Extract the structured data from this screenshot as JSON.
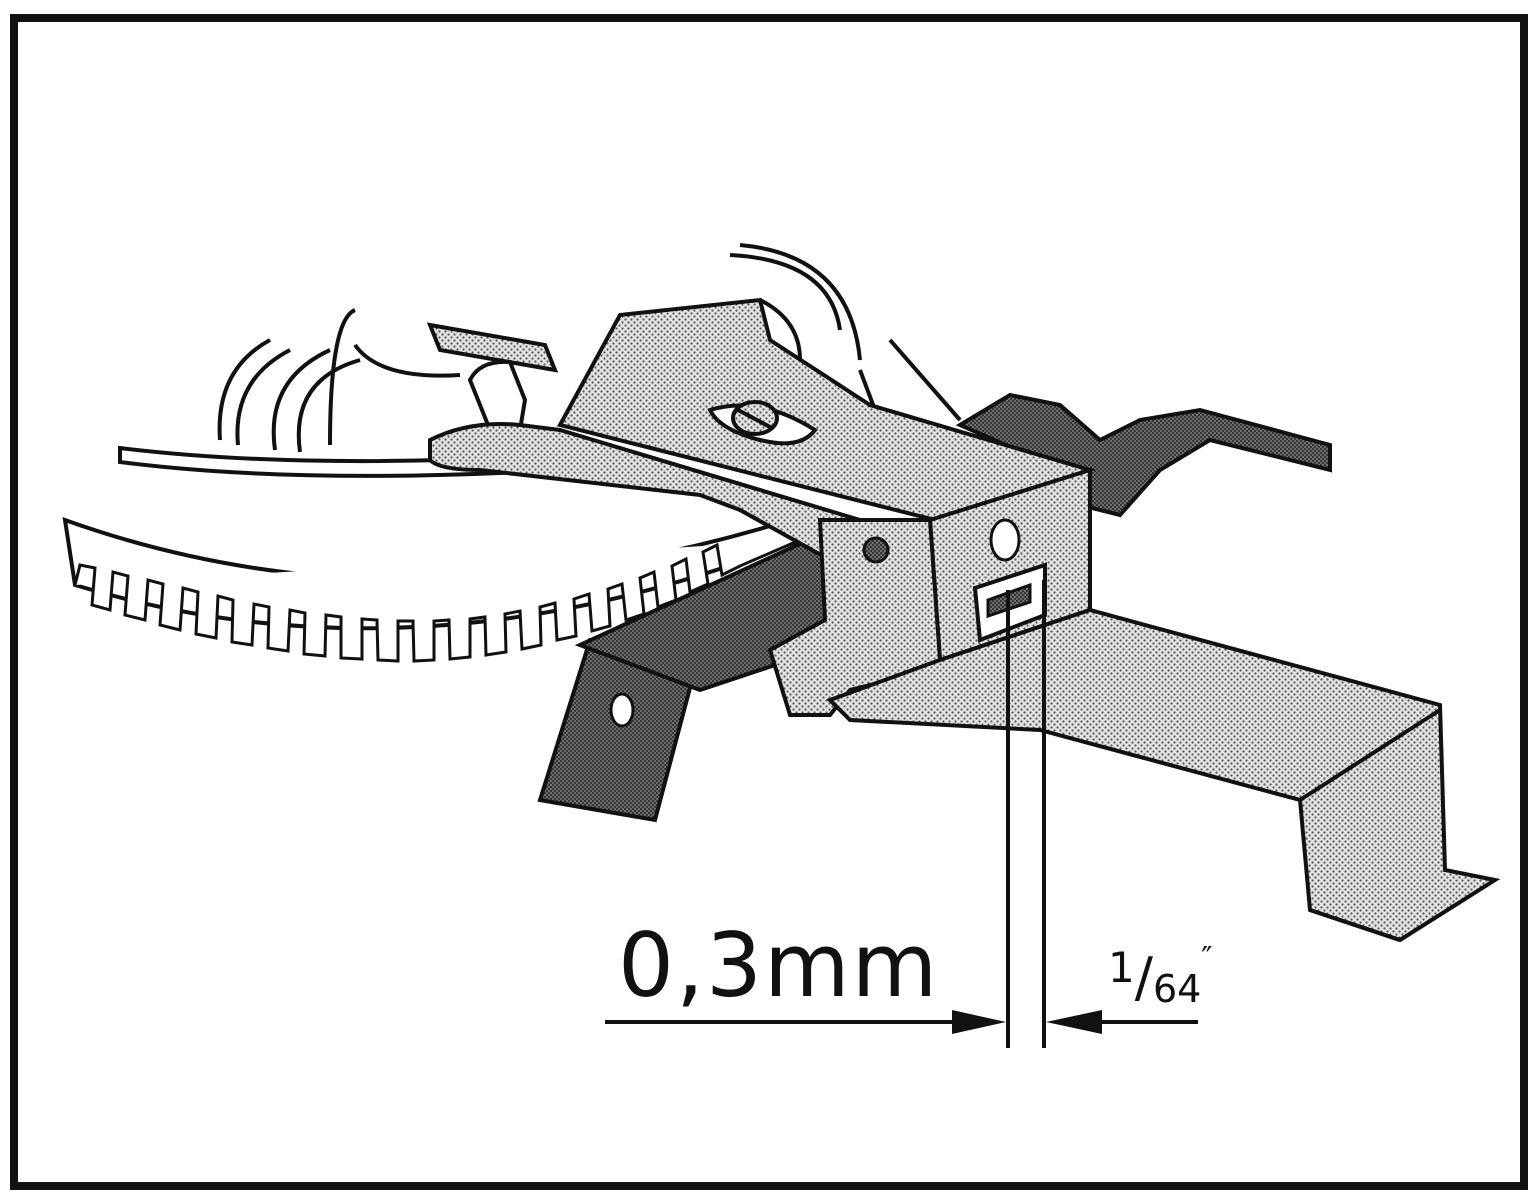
{
  "diagram": {
    "measurement_metric": "0,3mm",
    "measurement_imperial": {
      "numerator": "1",
      "denominator": "64",
      "unit_mark": "″"
    }
  }
}
